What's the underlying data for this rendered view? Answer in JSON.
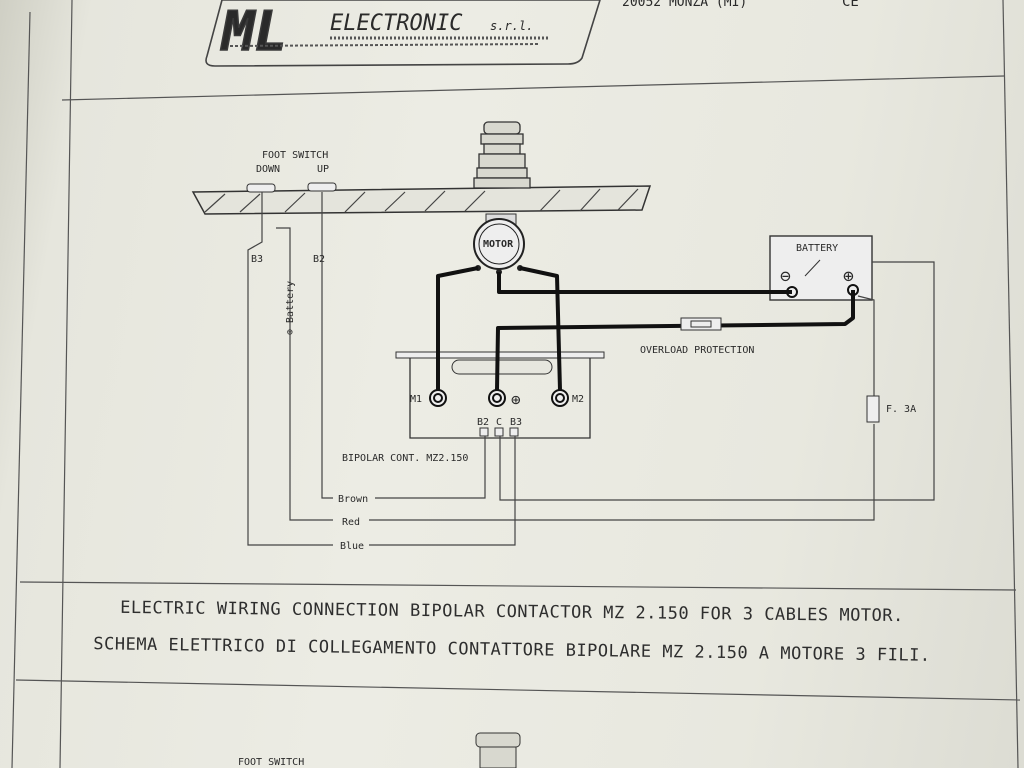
{
  "header": {
    "logo_text": "ML",
    "brand": "ELECTRONIC",
    "brand_suffix": "s.r.l.",
    "address_fragment": "20052 MONZA (MI)",
    "mark": "CE"
  },
  "diagram": {
    "foot_switch_label": "FOOT SWITCH",
    "down_label": "DOWN",
    "up_label": "UP",
    "motor_label": "MOTOR",
    "battery_label": "BATTERY",
    "battery_minus": "⊖",
    "battery_plus": "⊕",
    "overload_label": "OVERLOAD PROTECTION",
    "fuse_label": "F. 3A",
    "wire_b3": "B3",
    "wire_b2": "B2",
    "wire_battery_plus": "⊕ Battery",
    "terminal_m1": "M1",
    "terminal_m2": "M2",
    "terminal_plus": "⊕",
    "terminal_b2": "B2",
    "terminal_c": "C",
    "terminal_b3": "B3",
    "contactor_label": "BIPOLAR CONT. MZ2.150",
    "wire_brown": "Brown",
    "wire_red": "Red",
    "wire_blue": "Blue"
  },
  "captions": {
    "english": "ELECTRIC WIRING CONNECTION BIPOLAR CONTACTOR MZ 2.150 FOR 3 CABLES MOTOR.",
    "italian": "SCHEMA ELETTRICO DI COLLEGAMENTO CONTATTORE BIPOLARE MZ 2.150 A MOTORE 3 FILI."
  },
  "next_panel": {
    "foot_switch_label": "FOOT SWITCH"
  }
}
